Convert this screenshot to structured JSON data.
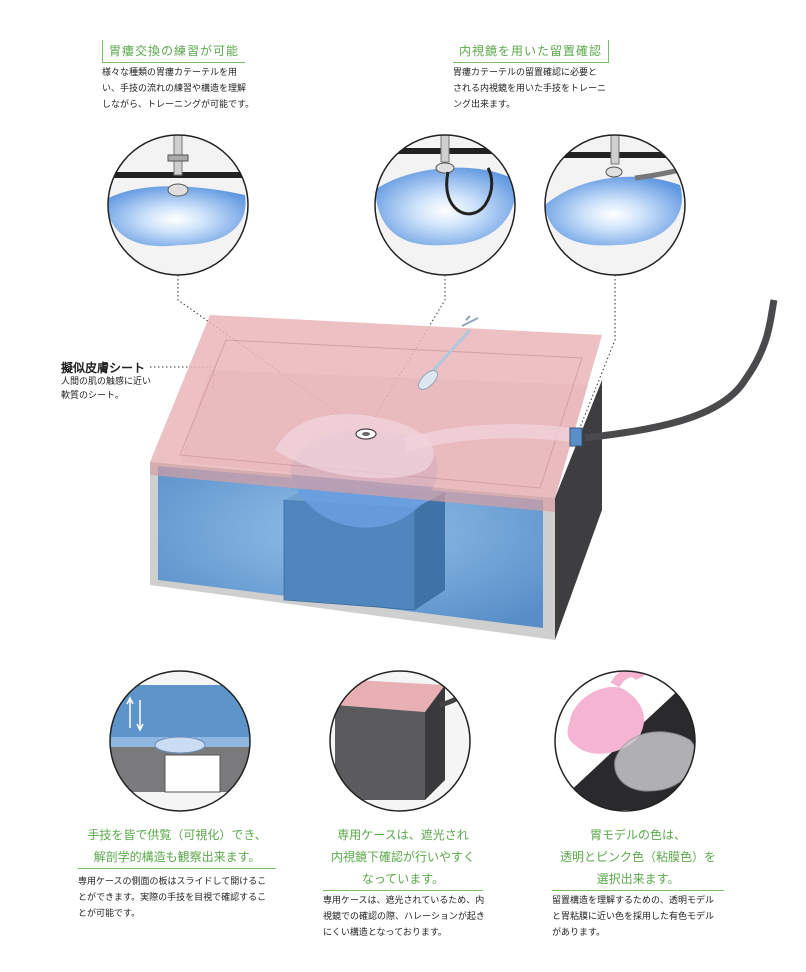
{
  "top_features": [
    {
      "title": "胃瘻交換の練習が可能",
      "lines": [
        "様々な種類の胃瘻カテーテルを用",
        "い、手技の流れの練習や構造を理解",
        "しながら、トレーニングが可能です。"
      ]
    },
    {
      "title": "内視鏡を用いた留置確認",
      "lines": [
        "胃瘻カテーテルの留置確認に必要と",
        "される内視鏡を用いた手技をトレーニ",
        "ング出来ます。"
      ]
    }
  ],
  "skin_callout": {
    "title": "擬似皮膚シート",
    "lines": [
      "人間の肌の触感に近い",
      "軟質のシート。"
    ]
  },
  "bottom_features": [
    {
      "title_lines": [
        "手技を皆で供覧（可視化）でき、",
        "解剖学的構造も観察出来ます。"
      ],
      "lines": [
        "専用ケースの側面の板はスライドして開けるこ",
        "とができます。実際の手技を目視で確認するこ",
        "とが可能です。"
      ]
    },
    {
      "title_lines": [
        "専用ケースは、遮光され",
        "内視鏡下確認が行いやすく",
        "なっています。"
      ],
      "lines": [
        "専用ケースは、遮光されているため、内",
        "視鏡での確認の際、ハレーションが起き",
        "にくい構造となっております。"
      ]
    },
    {
      "title_lines": [
        "胃モデルの色は、",
        "透明とピンク色（粘膜色）を",
        "選択出来ます。"
      ],
      "lines": [
        "留置構造を理解するための、透明モデル",
        "と胃粘膜に近い色を採用した有色モデル",
        "があります。"
      ]
    }
  ],
  "colors": {
    "accent_green": "#5aa94a",
    "skin_pink": "#eab5b8",
    "case_blue": "#5a8fc2",
    "case_dark": "#3a3a3c"
  }
}
